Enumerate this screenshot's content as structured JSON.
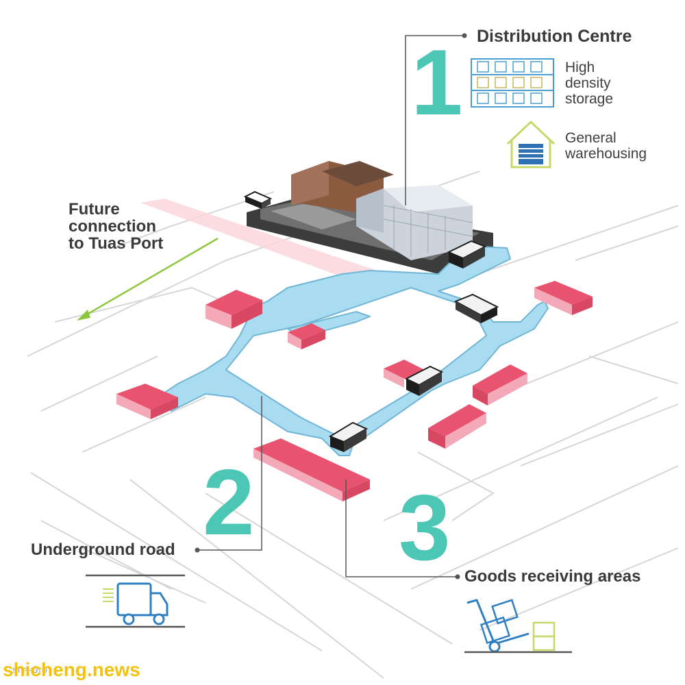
{
  "labels": {
    "future_connection": [
      "Future",
      "connection",
      "to Tuas Port"
    ],
    "distribution_centre": "Distribution Centre",
    "underground_road": "Underground road",
    "goods_receiving": "Goods receiving areas"
  },
  "numbers": {
    "one": "1",
    "two": "2",
    "three": "3"
  },
  "legend": {
    "high_density": [
      "High",
      "density",
      "storage"
    ],
    "general_warehousing": [
      "General",
      "warehousing"
    ]
  },
  "icons": {
    "storage": "shelving-icon",
    "warehouse": "warehouse-icon",
    "truck": "truck-icon",
    "trolley": "hand-trolley-icon"
  },
  "watermark": {
    "site": "shicheng.news",
    "credit": "ST PHOTO"
  },
  "colors": {
    "road": "#a9dcf0",
    "road_edge": "#6fb5d6",
    "dock_top": "#e8536f",
    "dock_side": "#f4a9b8",
    "accent_number": "#4cc7b6",
    "arrow": "#8dc63f",
    "watermark": "#f4c20d"
  }
}
